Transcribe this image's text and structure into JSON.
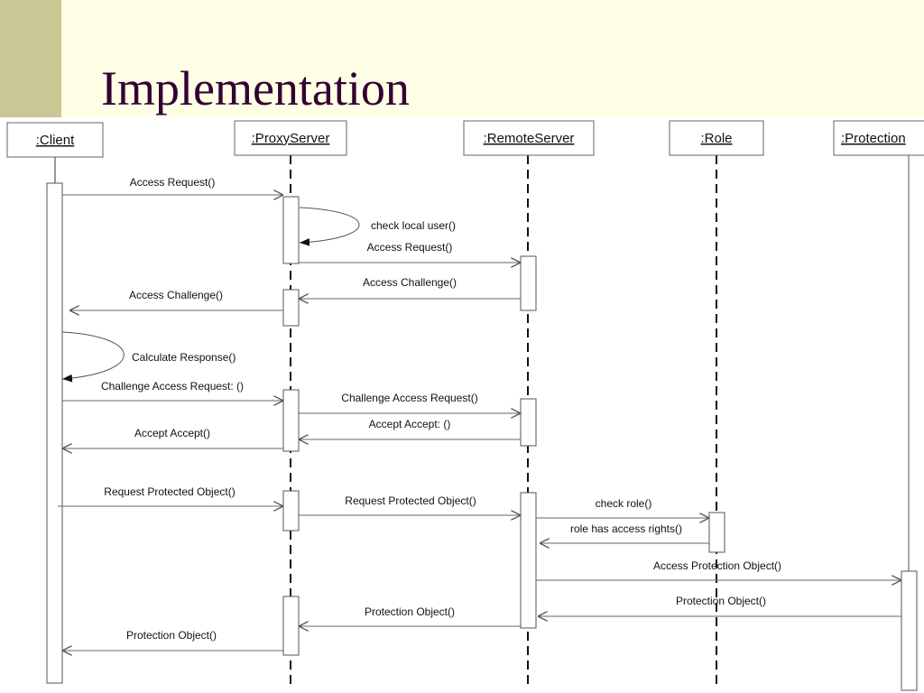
{
  "slide": {
    "title": "Implementation"
  },
  "participants": [
    {
      "id": "client",
      "label": ":Client"
    },
    {
      "id": "proxy",
      "label": ":ProxyServer"
    },
    {
      "id": "remote",
      "label": ":RemoteServer"
    },
    {
      "id": "role",
      "label": ":Role"
    },
    {
      "id": "protection",
      "label": ":Protection"
    }
  ],
  "messages": [
    {
      "label": "Access Request()",
      "from": "client",
      "to": "proxy"
    },
    {
      "label": "check local user()",
      "from": "proxy",
      "to": "proxy"
    },
    {
      "label": "Access Request()",
      "from": "proxy",
      "to": "remote"
    },
    {
      "label": "Access Challenge()",
      "from": "remote",
      "to": "proxy"
    },
    {
      "label": "Access Challenge()",
      "from": "proxy",
      "to": "client"
    },
    {
      "label": "Calculate Response()",
      "from": "client",
      "to": "client"
    },
    {
      "label": "Challenge Access Request: ()",
      "from": "client",
      "to": "proxy"
    },
    {
      "label": "Challenge Access Request()",
      "from": "proxy",
      "to": "remote"
    },
    {
      "label": "Accept Accept: ()",
      "from": "remote",
      "to": "proxy"
    },
    {
      "label": "Accept Accept()",
      "from": "proxy",
      "to": "client"
    },
    {
      "label": "Request Protected Object()",
      "from": "client",
      "to": "proxy"
    },
    {
      "label": "Request Protected Object()",
      "from": "proxy",
      "to": "remote"
    },
    {
      "label": "check role()",
      "from": "remote",
      "to": "role"
    },
    {
      "label": "role has access rights()",
      "from": "role",
      "to": "remote"
    },
    {
      "label": "Access Protection Object()",
      "from": "remote",
      "to": "protection"
    },
    {
      "label": "Protection Object()",
      "from": "protection",
      "to": "remote"
    },
    {
      "label": "Protection Object()",
      "from": "remote",
      "to": "proxy"
    },
    {
      "label": "Protection Object()",
      "from": "proxy",
      "to": "client"
    }
  ]
}
